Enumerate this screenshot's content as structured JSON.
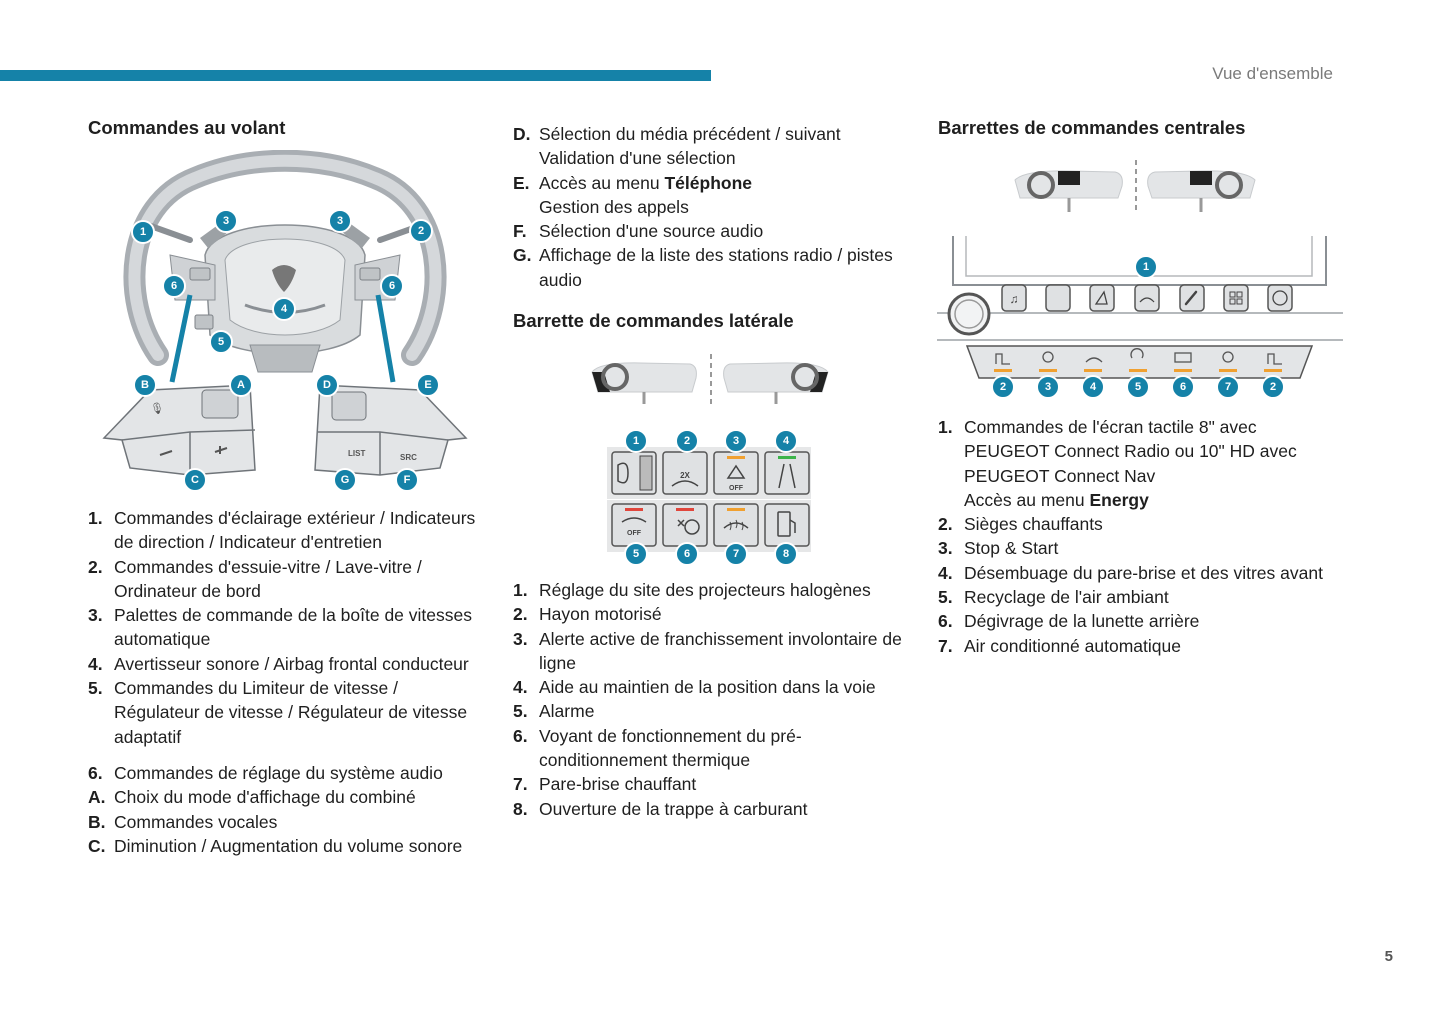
{
  "header": {
    "section": "Vue d'ensemble",
    "page_number": "5"
  },
  "col1": {
    "heading": "Commandes au volant",
    "wheel_badges": [
      "1",
      "2",
      "3",
      "3",
      "4",
      "5",
      "6",
      "6",
      "A",
      "B",
      "C",
      "D",
      "E",
      "F",
      "G"
    ],
    "pod_labels": {
      "list": "LIST",
      "src": "SRC"
    },
    "items": [
      {
        "key": "1.",
        "text": "Commandes d'éclairage extérieur / Indicateurs de direction / Indicateur d'entretien"
      },
      {
        "key": "2.",
        "text": "Commandes d'essuie-vitre / Lave-vitre / Ordinateur de bord"
      },
      {
        "key": "3.",
        "text": "Palettes de commande de la boîte de vitesses automatique"
      },
      {
        "key": "4.",
        "text": "Avertisseur sonore / Airbag frontal conducteur"
      },
      {
        "key": "5.",
        "text": "Commandes du Limiteur de vitesse / Régulateur de vitesse / Régulateur de vitesse adaptatif"
      },
      {
        "key": "6.",
        "text": "Commandes de réglage du système audio"
      },
      {
        "key": "A.",
        "text": "Choix du mode d'affichage du combiné"
      },
      {
        "key": "B.",
        "text": "Commandes vocales"
      },
      {
        "key": "C.",
        "text": "Diminution / Augmentation du volume sonore"
      }
    ]
  },
  "col2": {
    "top_items": [
      {
        "key": "D.",
        "text": "Sélection du média précédent / suivant",
        "line2": "Validation d'une sélection"
      },
      {
        "key": "E.",
        "text_pre": "Accès au menu ",
        "text_bold": "Téléphone",
        "line2": "Gestion des appels"
      },
      {
        "key": "F.",
        "text": "Sélection d'une source audio"
      },
      {
        "key": "G.",
        "text": "Affichage de la liste des stations radio / pistes audio"
      }
    ],
    "heading": "Barrette de commandes latérale",
    "panel_badges": [
      "1",
      "2",
      "3",
      "4",
      "5",
      "6",
      "7",
      "8"
    ],
    "panel_labels": {
      "hatch": "2X",
      "off1": "OFF",
      "off2": "OFF"
    },
    "items": [
      {
        "key": "1.",
        "text": "Réglage du site des projecteurs halogènes"
      },
      {
        "key": "2.",
        "text": "Hayon motorisé"
      },
      {
        "key": "3.",
        "text": "Alerte active de franchissement involontaire de ligne"
      },
      {
        "key": "4.",
        "text": "Aide au maintien de la position dans la voie"
      },
      {
        "key": "5.",
        "text": "Alarme"
      },
      {
        "key": "6.",
        "text": "Voyant de fonctionnement du pré-conditionnement thermique"
      },
      {
        "key": "7.",
        "text": "Pare-brise chauffant"
      },
      {
        "key": "8.",
        "text": "Ouverture de la trappe à carburant"
      }
    ]
  },
  "col3": {
    "heading": "Barrettes de commandes centrales",
    "console_badges": [
      "1",
      "2",
      "3",
      "4",
      "5",
      "6",
      "7",
      "2"
    ],
    "item1": {
      "key": "1.",
      "text": "Commandes de l'écran tactile 8\" avec PEUGEOT Connect Radio ou 10\" HD avec PEUGEOT Connect Nav",
      "line2_pre": "Accès au menu ",
      "line2_bold": "Energy"
    },
    "items": [
      {
        "key": "2.",
        "text": "Sièges chauffants"
      },
      {
        "key": "3.",
        "text": "Stop & Start"
      },
      {
        "key": "4.",
        "text": "Désembuage du pare-brise et des vitres avant"
      },
      {
        "key": "5.",
        "text": "Recyclage de l'air ambiant"
      },
      {
        "key": "6.",
        "text": "Dégivrage de la lunette arrière"
      },
      {
        "key": "7.",
        "text": "Air conditionné automatique"
      }
    ]
  },
  "colors": {
    "accent": "#1582a8",
    "text": "#1f1f1f",
    "muted": "#7a7a7a",
    "orange": "#f0a030",
    "red": "#e0463c",
    "green": "#3cb44a"
  }
}
